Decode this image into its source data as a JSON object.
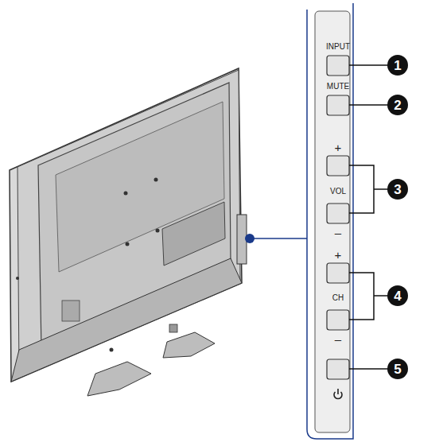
{
  "diagram": {
    "labels": [
      "INPUT",
      "1",
      "MUTE",
      "2",
      "+",
      "VOL",
      "–",
      "3",
      "+",
      "CH",
      "–",
      "4",
      "5"
    ]
  }
}
